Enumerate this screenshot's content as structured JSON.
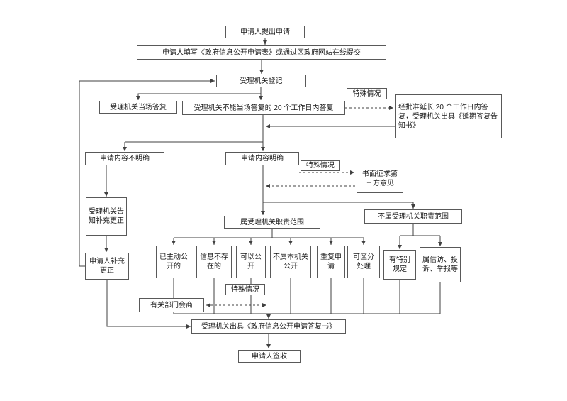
{
  "colors": {
    "background": "#ffffff",
    "line": "#404040",
    "box_border": "#595959",
    "text": "#1a1a1a"
  },
  "nodes": {
    "submit": {
      "label": "申请人提出申请"
    },
    "fill_form": {
      "label": "申请人填写《政府信息公开申请表》或通过区政府网站在线提交"
    },
    "register": {
      "label": "受理机关登记"
    },
    "onspot_reply": {
      "label": "受理机关当场答复"
    },
    "reply_20days": {
      "label": "受理机关不能当场答复的 20 个工作日内答复"
    },
    "special_case_1": {
      "label": "特殊情况"
    },
    "extension": {
      "label": "经批准延长 20 个工作日内答复，受理机关出具《延期答复告知书》"
    },
    "content_unclear": {
      "label": "申请内容不明确"
    },
    "content_clear": {
      "label": "申请内容明确"
    },
    "special_case_2": {
      "label": "特殊情况"
    },
    "third_party": {
      "label": "书面征求第三方意见"
    },
    "notify_supplement": {
      "label": "受理机关告知补充更正"
    },
    "in_scope": {
      "label": "属受理机关职责范围"
    },
    "out_scope": {
      "label": "不属受理机关职责范围"
    },
    "applicant_supplement": {
      "label": "申请人补充更正"
    },
    "already_public": {
      "label": "已主动公开的"
    },
    "not_exist": {
      "label": "信息不存在的"
    },
    "can_public": {
      "label": "可以公开"
    },
    "not_this_org": {
      "label": "不属本机关公开"
    },
    "repeat_apply": {
      "label": "重复申请"
    },
    "separable": {
      "label": "可区分处理"
    },
    "special_rules": {
      "label": "有特别规定"
    },
    "petition": {
      "label": "属信访、投诉、举报等"
    },
    "special_case_3": {
      "label": "特殊情况"
    },
    "consult": {
      "label": "有关部门会商"
    },
    "reply_doc": {
      "label": "受理机关出具《政府信息公开申请答复书》"
    },
    "sign": {
      "label": "申请人签收"
    }
  },
  "edges": [
    "submit->fill_form",
    "fill_form->register",
    "register->onspot_reply",
    "register->reply_20days",
    "reply_20days->extension (dashed, 特殊情况)",
    "extension->content_branch (return)",
    "reply_20days->content_unclear",
    "reply_20days->content_clear",
    "content_clear->third_party (dashed, 特殊情况)",
    "third_party->content_clear (dashed return)",
    "content_unclear->notify_supplement",
    "notify_supplement->applicant_supplement",
    "applicant_supplement->register (loop)",
    "applicant_supplement->reply_doc",
    "content_clear->in_scope",
    "content_clear->out_scope",
    "in_scope->already_public",
    "in_scope->not_exist",
    "in_scope->can_public",
    "in_scope->not_this_org",
    "in_scope->repeat_apply",
    "in_scope->separable",
    "out_scope->special_rules",
    "out_scope->petition",
    "consult<->main_line (dashed both ways, 特殊情况)",
    "all_branches->reply_doc",
    "reply_doc->sign"
  ]
}
